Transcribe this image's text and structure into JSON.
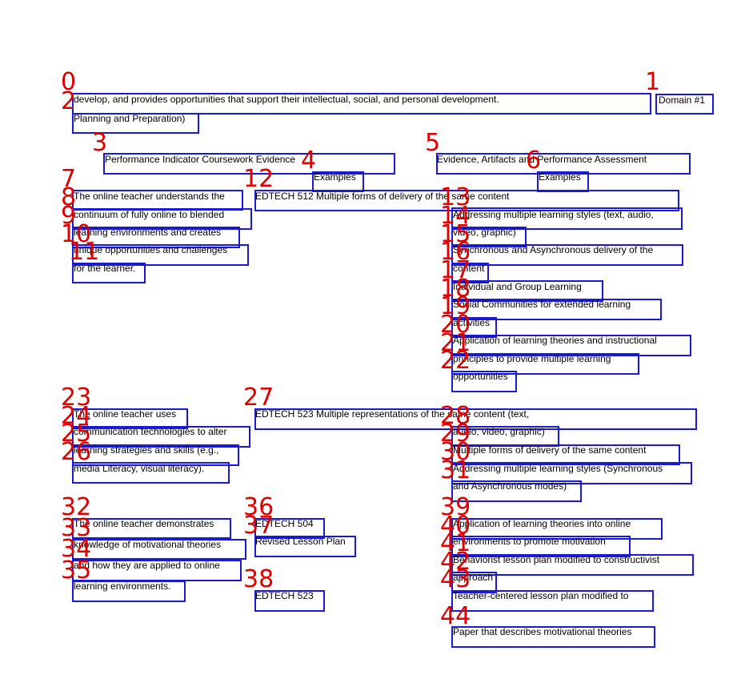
{
  "document": {
    "lines": [
      {
        "id": "0",
        "text": "develop, and provides opportunities that support their intellectual, social, and personal development."
      },
      {
        "id": "1",
        "text": "Domain #1"
      },
      {
        "id": "2",
        "text": "Planning and Preparation)"
      },
      {
        "id": "3",
        "text": "Performance Indicator Coursework Evidence"
      },
      {
        "id": "4",
        "text": "Examples"
      },
      {
        "id": "5",
        "text": "Evidence, Artifacts and Performance Assessment"
      },
      {
        "id": "6",
        "text": "Examples"
      },
      {
        "id": "7",
        "text": "The online teacher understands the"
      },
      {
        "id": "8",
        "text": "continuum of fully online to blended"
      },
      {
        "id": "9",
        "text": "learning environments and creates"
      },
      {
        "id": "10",
        "text": "unique opportunities and challenges"
      },
      {
        "id": "11",
        "text": "for the learner."
      },
      {
        "id": "12",
        "text": "EDTECH 512 Multiple forms of delivery of the same content"
      },
      {
        "id": "13",
        "text": "Addressing multiple learning styles (text, audio,"
      },
      {
        "id": "14",
        "text": "video, graphic)"
      },
      {
        "id": "15",
        "text": "Synchronous and Asynchronous delivery of the"
      },
      {
        "id": "16",
        "text": "content"
      },
      {
        "id": "17",
        "text": "Individual and Group Learning"
      },
      {
        "id": "18",
        "text": "Social Communities for extended learning"
      },
      {
        "id": "19",
        "text": "activities"
      },
      {
        "id": "20",
        "text": "Application of learning theories and instructional"
      },
      {
        "id": "21",
        "text": "principles to provide multiple learning"
      },
      {
        "id": "22",
        "text": "opportunities"
      },
      {
        "id": "23",
        "text": "The online teacher uses"
      },
      {
        "id": "24",
        "text": "communication technologies to alter"
      },
      {
        "id": "25",
        "text": "learning strategies and skills (e.g.,"
      },
      {
        "id": "26",
        "text": "media Literacy, visual literacy)."
      },
      {
        "id": "27",
        "text": "EDTECH 523 Multiple representations of the same content (text,"
      },
      {
        "id": "28",
        "text": "audio, video, graphic)"
      },
      {
        "id": "29",
        "text": "Multiple forms of delivery of the same content"
      },
      {
        "id": "30",
        "text": "Addressing multiple learning styles (Synchronous"
      },
      {
        "id": "31",
        "text": "and Asynchronous modes)"
      },
      {
        "id": "32",
        "text": "The online teacher demonstrates"
      },
      {
        "id": "33",
        "text": "knowledge of motivational theories"
      },
      {
        "id": "34",
        "text": "and how they are applied to online"
      },
      {
        "id": "35",
        "text": "learning environments."
      },
      {
        "id": "36",
        "text": "EDTECH 504"
      },
      {
        "id": "37",
        "text": "Revised Lesson Plan"
      },
      {
        "id": "38",
        "text": "EDTECH 523"
      },
      {
        "id": "39",
        "text": "Application of learning theories into online"
      },
      {
        "id": "40",
        "text": "environments to promote motivation"
      },
      {
        "id": "41",
        "text": "Behaviorist lesson plan modified to constructivist"
      },
      {
        "id": "42",
        "text": "approach"
      },
      {
        "id": "43",
        "text": "Teacher-centered lesson plan modified to"
      },
      {
        "id": "44",
        "text": "Paper that describes motivational theories"
      }
    ]
  },
  "colors": {
    "box": "#1a1ad6",
    "label": "#e00000",
    "text": "#000000"
  }
}
